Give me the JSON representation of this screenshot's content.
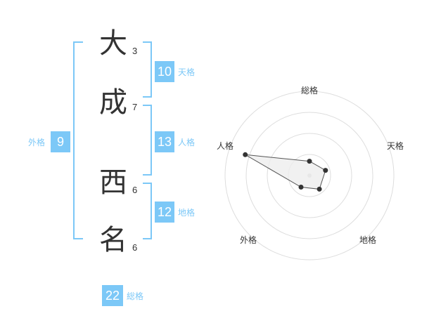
{
  "name": {
    "characters": [
      {
        "char": "大",
        "strokes": "3"
      },
      {
        "char": "成",
        "strokes": "7"
      },
      {
        "char": "西",
        "strokes": "6"
      },
      {
        "char": "名",
        "strokes": "6"
      }
    ]
  },
  "kaku": {
    "tenkaku": {
      "value": "10",
      "label": "天格"
    },
    "jinkaku": {
      "value": "13",
      "label": "人格"
    },
    "chikaku": {
      "value": "12",
      "label": "地格"
    },
    "gaikaku": {
      "value": "9",
      "label": "外格"
    },
    "soukaku": {
      "value": "22",
      "label": "総格"
    }
  },
  "colors": {
    "accent": "#7cc8f7",
    "text": "#333333",
    "ring": "#dddddd",
    "polygon_fill": "#eeeeee",
    "polygon_stroke": "#555555"
  },
  "chart_data": {
    "type": "radar",
    "axes": [
      "総格",
      "天格",
      "地格",
      "外格",
      "人格"
    ],
    "values": [
      0.17,
      0.2,
      0.2,
      0.17,
      0.8
    ],
    "rings": 4
  }
}
